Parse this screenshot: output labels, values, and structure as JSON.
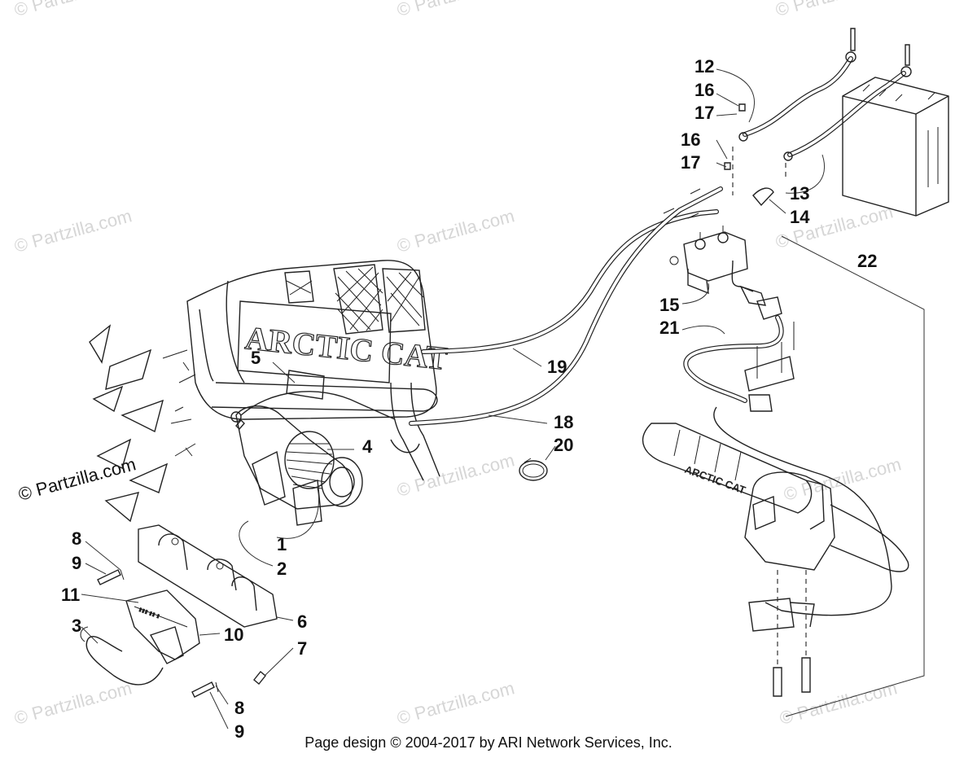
{
  "watermark": "© Partzilla.com",
  "footer": "Page design © 2004-2017 by ARI Network Services, Inc.",
  "brand_text": {
    "grille": "ARCTIC CAT",
    "handlebar": "ARCTIC CAT"
  },
  "callouts": {
    "c1": "1",
    "c2": "2",
    "c3": "3",
    "c4": "4",
    "c5": "5",
    "c6": "6",
    "c7": "7",
    "c8a": "8",
    "c9a": "9",
    "c8b": "8",
    "c9b": "9",
    "c10": "10",
    "c11": "11",
    "c12": "12",
    "c13": "13",
    "c14": "14",
    "c15": "15",
    "c16a": "16",
    "c17a": "17",
    "c16b": "16",
    "c17b": "17",
    "c18": "18",
    "c19": "19",
    "c20": "20",
    "c21": "21",
    "c22": "22"
  },
  "colors": {
    "line": "#222222",
    "watermark": "#d6d6d6",
    "background": "#ffffff"
  }
}
